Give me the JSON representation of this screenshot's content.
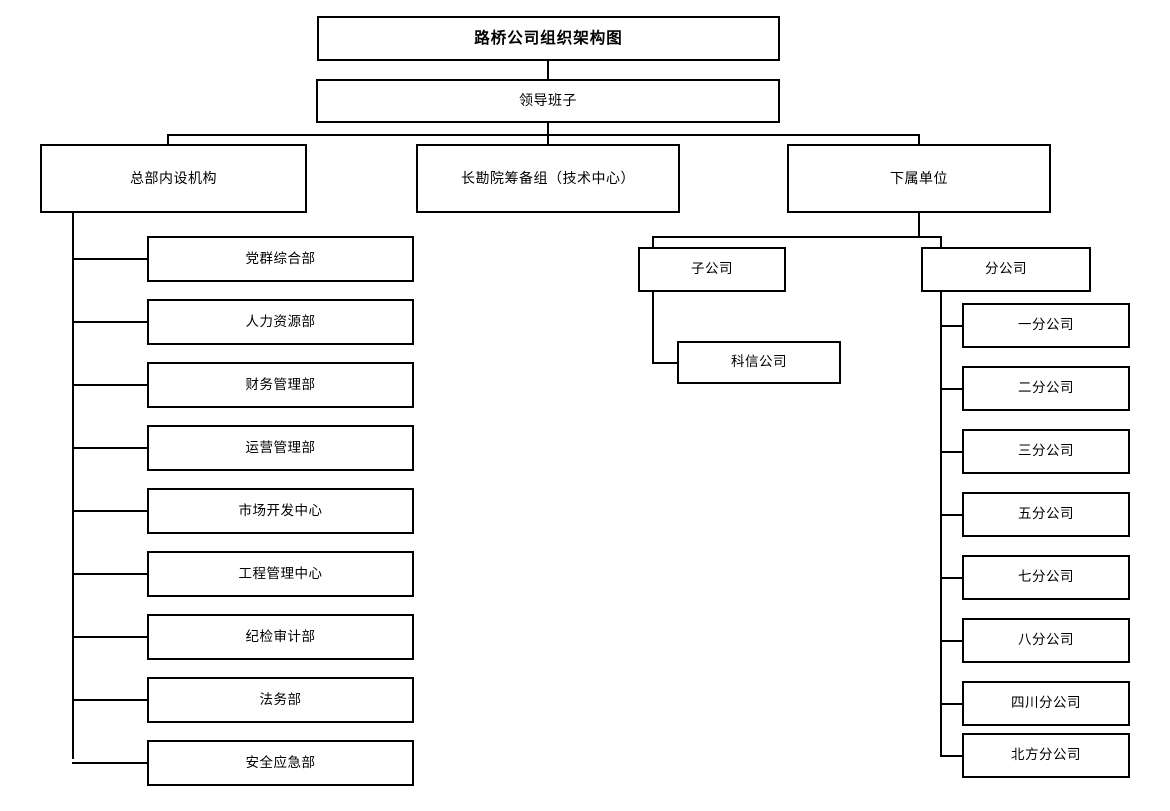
{
  "chart_title": "路桥公司组织架构图",
  "root": {
    "title": "路桥公司组织架构图",
    "leadership": "领导班子"
  },
  "level2": {
    "hq": "总部内设机构",
    "tech_center": "长勘院筹备组（技术中心）",
    "subordinate": "下属单位"
  },
  "departments": [
    {
      "label": "党群综合部"
    },
    {
      "label": "人力资源部"
    },
    {
      "label": "财务管理部"
    },
    {
      "label": "运营管理部"
    },
    {
      "label": "市场开发中心"
    },
    {
      "label": "工程管理中心"
    },
    {
      "label": "纪检审计部"
    },
    {
      "label": "法务部"
    },
    {
      "label": "安全应急部"
    }
  ],
  "subsidiary_group": {
    "label": "子公司",
    "children": [
      {
        "label": "科信公司"
      }
    ]
  },
  "branch_group": {
    "label": "分公司",
    "children": [
      {
        "label": "一分公司"
      },
      {
        "label": "二分公司"
      },
      {
        "label": "三分公司"
      },
      {
        "label": "五分公司"
      },
      {
        "label": "七分公司"
      },
      {
        "label": "八分公司"
      },
      {
        "label": "四川分公司"
      },
      {
        "label": "北方分公司"
      }
    ]
  },
  "colors": {
    "background": "#ffffff",
    "border": "#000000",
    "text": "#000000"
  }
}
